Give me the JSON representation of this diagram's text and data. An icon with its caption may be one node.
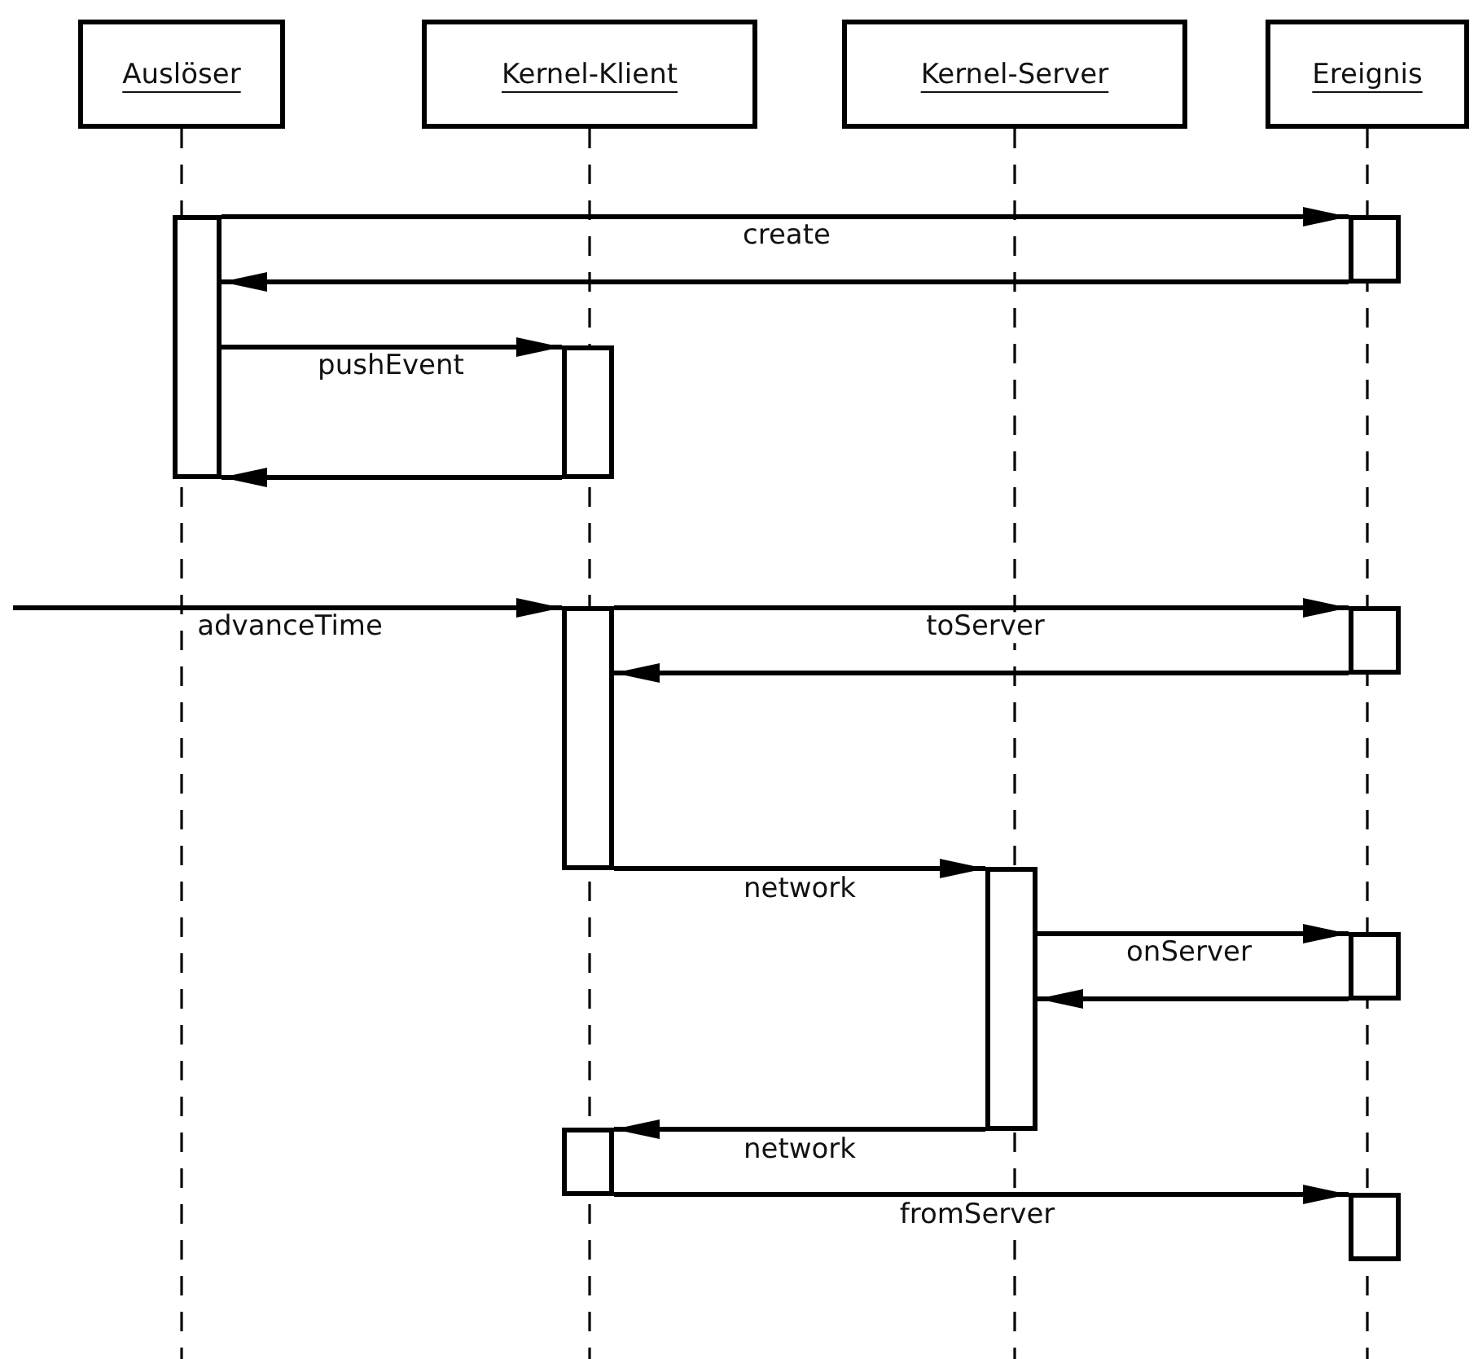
{
  "diagram": {
    "nodes": [
      {
        "text": [
          "Auslöser"
        ]
      },
      {
        "text": [
          "Kernel-Klient"
        ]
      },
      {
        "text": [
          "Kernel-Server"
        ]
      },
      {
        "text": [
          "Ereignis"
        ]
      },
      {
        "text": [],
        "shape": "bar"
      },
      {
        "text": [],
        "shape": "bar"
      },
      {
        "text": [],
        "shape": "bar"
      },
      {
        "text": [],
        "shape": "bar"
      },
      {
        "text": [],
        "shape": "bar"
      },
      {
        "text": [],
        "shape": "bar"
      },
      {
        "text": [],
        "shape": "bar"
      },
      {
        "text": [],
        "shape": "bar"
      },
      {
        "text": [],
        "shape": "bar"
      }
    ],
    "edges": [
      {
        "from": 4,
        "to": 5,
        "arrow": "to",
        "label": "create"
      },
      {
        "from": 5,
        "to": 4,
        "arrow": "to"
      },
      {
        "from": 4,
        "to": 6,
        "arrow": "to",
        "label": "pushEvent"
      },
      {
        "from": 6,
        "to": 4,
        "arrow": "to"
      },
      {
        "from": null,
        "to": 7,
        "arrow": "to",
        "label": "advanceTime"
      },
      {
        "from": 7,
        "to": 8,
        "arrow": "to",
        "label": "toServer"
      },
      {
        "from": 8,
        "to": 7,
        "arrow": "to"
      },
      {
        "from": 7,
        "to": 9,
        "arrow": "to",
        "label": "network"
      },
      {
        "from": 9,
        "to": 10,
        "arrow": "to",
        "label": "onServer"
      },
      {
        "from": 10,
        "to": 9,
        "arrow": "to"
      },
      {
        "from": 9,
        "to": 11,
        "arrow": "to",
        "label": "network"
      },
      {
        "from": 11,
        "to": 12,
        "arrow": "to",
        "label": "fromServer"
      }
    ]
  }
}
